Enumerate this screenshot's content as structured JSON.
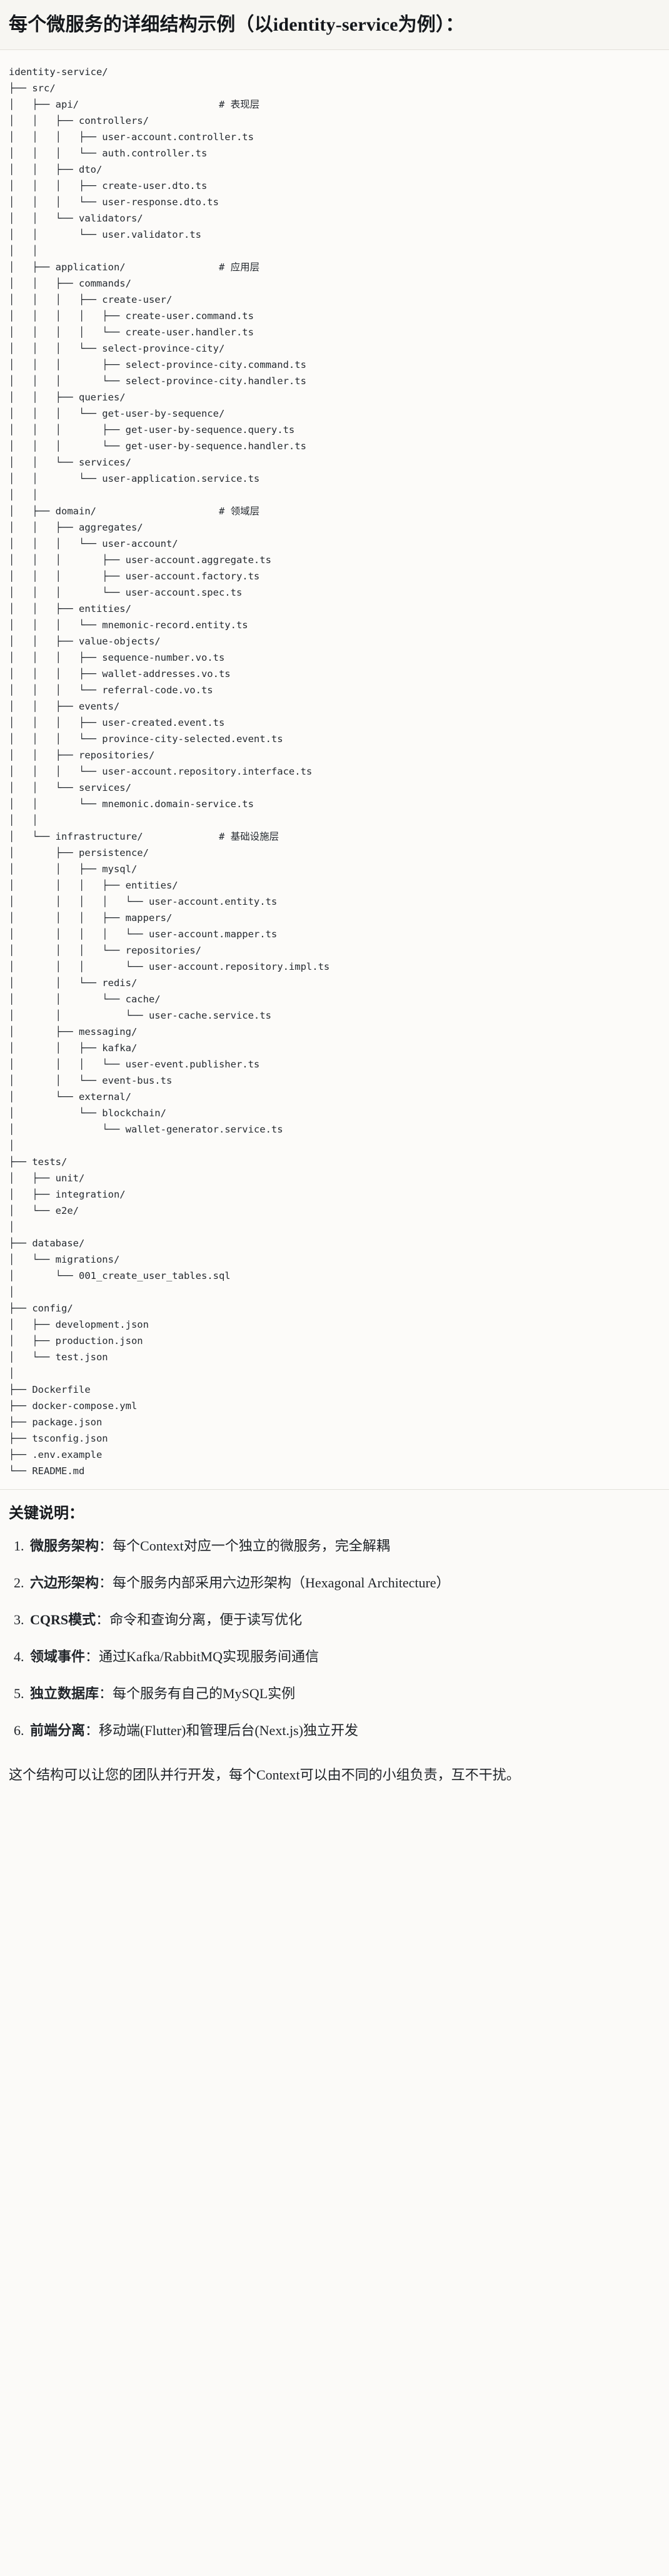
{
  "heading": "每个微服务的详细结构示例（以identity-service为例）：",
  "tree": {
    "language": "text",
    "lines": [
      "identity-service/",
      "├── src/",
      "│   ├── api/                        # 表现层",
      "│   │   ├── controllers/",
      "│   │   │   ├── user-account.controller.ts",
      "│   │   │   └── auth.controller.ts",
      "│   │   ├── dto/",
      "│   │   │   ├── create-user.dto.ts",
      "│   │   │   └── user-response.dto.ts",
      "│   │   └── validators/",
      "│   │       └── user.validator.ts",
      "│   │",
      "│   ├── application/                # 应用层",
      "│   │   ├── commands/",
      "│   │   │   ├── create-user/",
      "│   │   │   │   ├── create-user.command.ts",
      "│   │   │   │   └── create-user.handler.ts",
      "│   │   │   └── select-province-city/",
      "│   │   │       ├── select-province-city.command.ts",
      "│   │   │       └── select-province-city.handler.ts",
      "│   │   ├── queries/",
      "│   │   │   └── get-user-by-sequence/",
      "│   │   │       ├── get-user-by-sequence.query.ts",
      "│   │   │       └── get-user-by-sequence.handler.ts",
      "│   │   └── services/",
      "│   │       └── user-application.service.ts",
      "│   │",
      "│   ├── domain/                     # 领域层",
      "│   │   ├── aggregates/",
      "│   │   │   └── user-account/",
      "│   │   │       ├── user-account.aggregate.ts",
      "│   │   │       ├── user-account.factory.ts",
      "│   │   │       └── user-account.spec.ts",
      "│   │   ├── entities/",
      "│   │   │   └── mnemonic-record.entity.ts",
      "│   │   ├── value-objects/",
      "│   │   │   ├── sequence-number.vo.ts",
      "│   │   │   ├── wallet-addresses.vo.ts",
      "│   │   │   └── referral-code.vo.ts",
      "│   │   ├── events/",
      "│   │   │   ├── user-created.event.ts",
      "│   │   │   └── province-city-selected.event.ts",
      "│   │   ├── repositories/",
      "│   │   │   └── user-account.repository.interface.ts",
      "│   │   └── services/",
      "│   │       └── mnemonic.domain-service.ts",
      "│   │",
      "│   └── infrastructure/             # 基础设施层",
      "│       ├── persistence/",
      "│       │   ├── mysql/",
      "│       │   │   ├── entities/",
      "│       │   │   │   └── user-account.entity.ts",
      "│       │   │   ├── mappers/",
      "│       │   │   │   └── user-account.mapper.ts",
      "│       │   │   └── repositories/",
      "│       │   │       └── user-account.repository.impl.ts",
      "│       │   └── redis/",
      "│       │       └── cache/",
      "│       │           └── user-cache.service.ts",
      "│       ├── messaging/",
      "│       │   ├── kafka/",
      "│       │   │   └── user-event.publisher.ts",
      "│       │   └── event-bus.ts",
      "│       └── external/",
      "│           └── blockchain/",
      "│               └── wallet-generator.service.ts",
      "│",
      "├── tests/",
      "│   ├── unit/",
      "│   ├── integration/",
      "│   └── e2e/",
      "│",
      "├── database/",
      "│   └── migrations/",
      "│       └── 001_create_user_tables.sql",
      "│",
      "├── config/",
      "│   ├── development.json",
      "│   ├── production.json",
      "│   └── test.json",
      "│",
      "├── Dockerfile",
      "├── docker-compose.yml",
      "├── package.json",
      "├── tsconfig.json",
      "├── .env.example",
      "└── README.md"
    ]
  },
  "keys": {
    "title": "关键说明：",
    "items": [
      {
        "term": "微服务架构",
        "sep": "：",
        "desc": "每个Context对应一个独立的微服务，完全解耦"
      },
      {
        "term": "六边形架构",
        "sep": "：",
        "desc": "每个服务内部采用六边形架构（Hexagonal Architecture）"
      },
      {
        "term": "CQRS模式",
        "sep": "：",
        "desc": "命令和查询分离，便于读写优化"
      },
      {
        "term": "领域事件",
        "sep": "：",
        "desc": "通过Kafka/RabbitMQ实现服务间通信"
      },
      {
        "term": "独立数据库",
        "sep": "：",
        "desc": "每个服务有自己的MySQL实例"
      },
      {
        "term": "前端分离",
        "sep": "：",
        "desc": "移动端(Flutter)和管理后台(Next.js)独立开发"
      }
    ],
    "closing": "这个结构可以让您的团队并行开发，每个Context可以由不同的小组负责，互不干扰。"
  }
}
